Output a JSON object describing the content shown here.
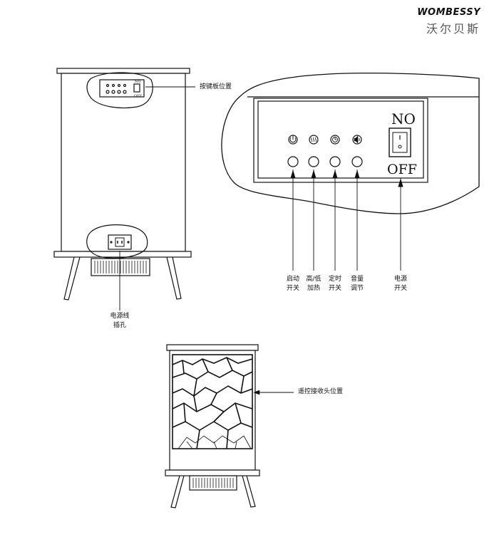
{
  "brand": {
    "logo": "WOMBESSY",
    "name_cn": "沃尔贝斯"
  },
  "labels": {
    "keypad_position": "按键板位置",
    "power_inlet_line1": "电源线",
    "power_inlet_line2": "插孔",
    "start_line1": "启动",
    "start_line2": "开关",
    "heat_line1": "高/低",
    "heat_line2": "加热",
    "timer_line1": "定时",
    "timer_line2": "开关",
    "volume_line1": "音量",
    "volume_line2": "调节",
    "power_switch_line1": "电源",
    "power_switch_line2": "开关",
    "remote_receiver": "遥控接收头位置"
  },
  "switch": {
    "on": "NO",
    "off": "OFF"
  },
  "icons": [
    "power-icon",
    "heat-icon",
    "timer-icon",
    "volume-icon",
    "rocker-switch-icon",
    "ac-inlet-icon"
  ]
}
